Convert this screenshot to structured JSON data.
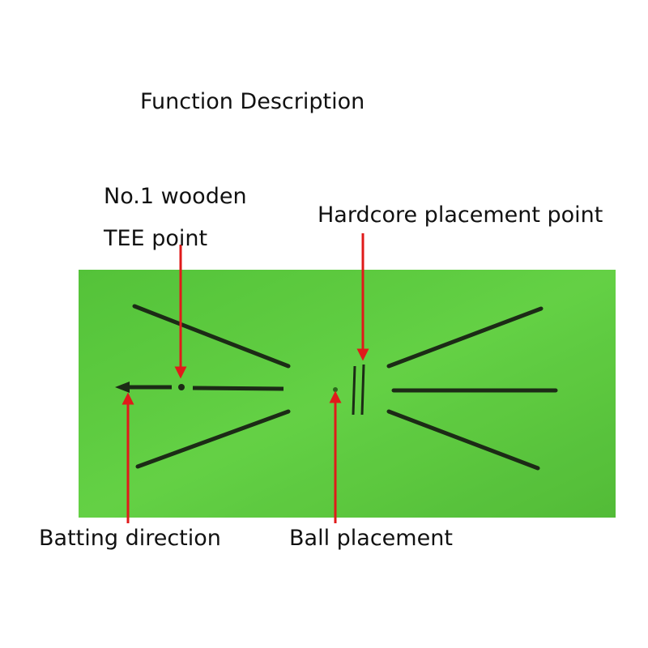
{
  "title": "Function Description",
  "labels": {
    "tee_point": [
      "No.1 wooden",
      "TEE point"
    ],
    "hardcore_placement": "Hardcore placement point",
    "batting_direction": "Batting direction",
    "ball_placement": "Ball placement"
  },
  "colors": {
    "mat_green": "#56c63a",
    "mat_light": "#6fd650",
    "line_dark": "#1c2b16",
    "arrow_red": "#e01a1a"
  }
}
